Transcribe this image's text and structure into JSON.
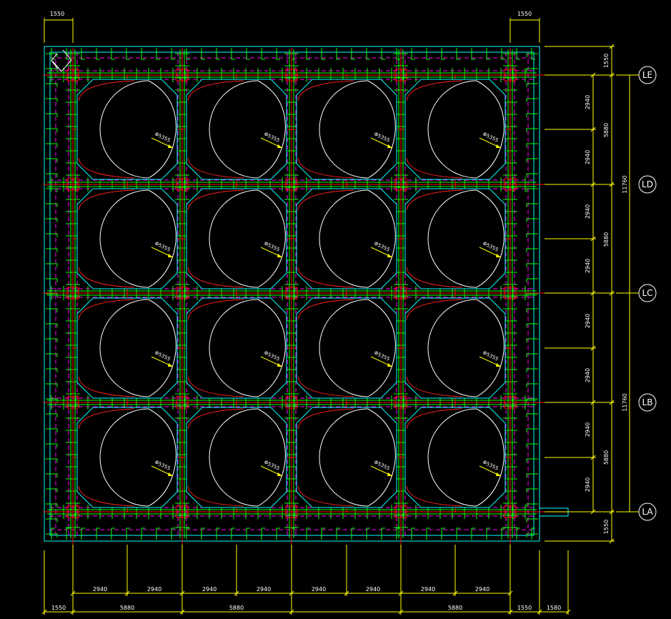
{
  "drawing": {
    "colors": {
      "background": "#000000",
      "outline": "#00ffff",
      "axis": "#ff0000",
      "rebar": "#00ff00",
      "dashed": "#ff00ff",
      "dimension": "#ffff00",
      "text": "#ffffff",
      "arc": "#ff2020"
    },
    "grid_labels": [
      "LE",
      "LD",
      "LC",
      "LB",
      "LA"
    ],
    "radius_label": "Φ5355",
    "top_dims": {
      "left": "1550",
      "right": "1550"
    },
    "bottom_dims": {
      "row1": [
        "2940",
        "2940",
        "2940",
        "2940",
        "2940",
        "2940",
        "2940",
        "2940"
      ],
      "row2": [
        "1550",
        "5880",
        "5880",
        "5880",
        "1550",
        "1580"
      ]
    },
    "right_dims": {
      "col1": [
        "2940",
        "2940",
        "2940",
        "2940",
        "2940",
        "2940",
        "2940",
        "2940"
      ],
      "col2": [
        "1550",
        "5880",
        "5880",
        "5880",
        "1550"
      ],
      "col3": [
        "11760",
        "11760"
      ]
    }
  }
}
